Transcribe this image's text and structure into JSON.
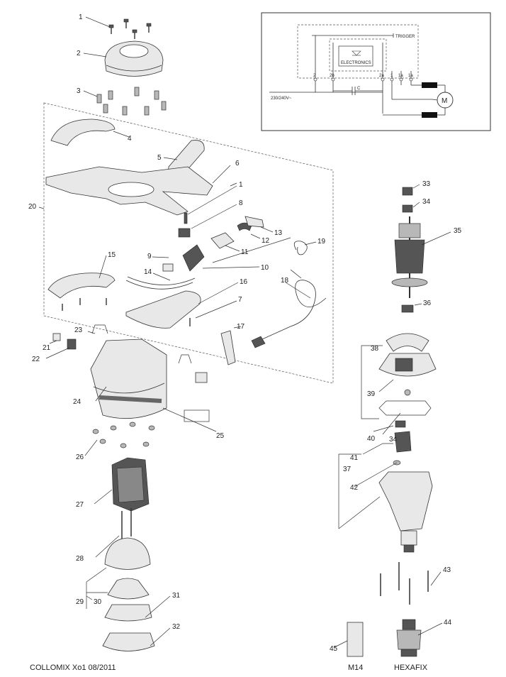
{
  "footer": {
    "doc_ref": "COLLOMIX Xo1 08/2011",
    "label_m14": "M14",
    "label_hexafix": "HEXAFIX"
  },
  "wiring": {
    "trigger": "TRIGGER",
    "electronics": "ELECTRONICS",
    "supply": "230/240V~",
    "capacitor": "C",
    "motor": "M",
    "terminals": [
      "2",
      "2b",
      "2a",
      "1",
      "1a",
      "1a"
    ]
  },
  "part_numbers": [
    "1",
    "2",
    "3",
    "4",
    "5",
    "6",
    "1",
    "8",
    "13",
    "12",
    "11",
    "10",
    "9",
    "14",
    "15",
    "16",
    "7",
    "17",
    "18",
    "19",
    "20",
    "21",
    "22",
    "23",
    "24",
    "25",
    "26",
    "27",
    "28",
    "29",
    "30",
    "31",
    "32",
    "33",
    "34",
    "35",
    "36",
    "38",
    "39",
    "40",
    "34",
    "41",
    "37",
    "42",
    "43",
    "44",
    "45"
  ]
}
